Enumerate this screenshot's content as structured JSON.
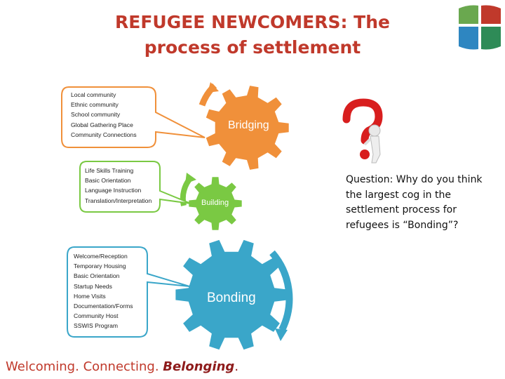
{
  "title": {
    "line1": "REFUGEE NEWCOMERS: The",
    "line2": "process of settlement",
    "color": "#c0392b"
  },
  "bubbles": {
    "bridging": {
      "items": [
        "Local community",
        "Ethnic community",
        "School community",
        "Global Gathering Place",
        "Community Connections"
      ]
    },
    "building": {
      "items": [
        "Life Skills Training",
        "Basic Orientation",
        "Language Instruction",
        "Translation/Interpretation"
      ]
    },
    "bonding": {
      "items": [
        "Welcome/Reception",
        "Temporary Housing",
        "Basic Orientation",
        "Startup Needs",
        "Home Visits",
        "Documentation/Forms",
        "Community Host",
        "SSWIS Program"
      ]
    }
  },
  "cogs": {
    "bridging": {
      "label": "Bridging",
      "color": "#f0903a"
    },
    "building": {
      "label": "Building",
      "color": "#7ac943"
    },
    "bonding": {
      "label": "Bonding",
      "color": "#3aa6c9"
    }
  },
  "question": {
    "text": "Question: Why do you think the largest cog in the settlement process for refugees is “Bonding”?",
    "icon": "question-mark-figure-icon"
  },
  "tagline": {
    "part1": "Welcoming.",
    "part2": "Connecting.",
    "part3": "Belonging",
    "part4": ".",
    "color_main": "#c0392b",
    "color_accent": "#8e1b1b"
  },
  "logo": {
    "icon": "four-square-logo-icon",
    "colors": [
      "#6aa84f",
      "#c0392b",
      "#2e86c1",
      "#2e8b57"
    ]
  }
}
